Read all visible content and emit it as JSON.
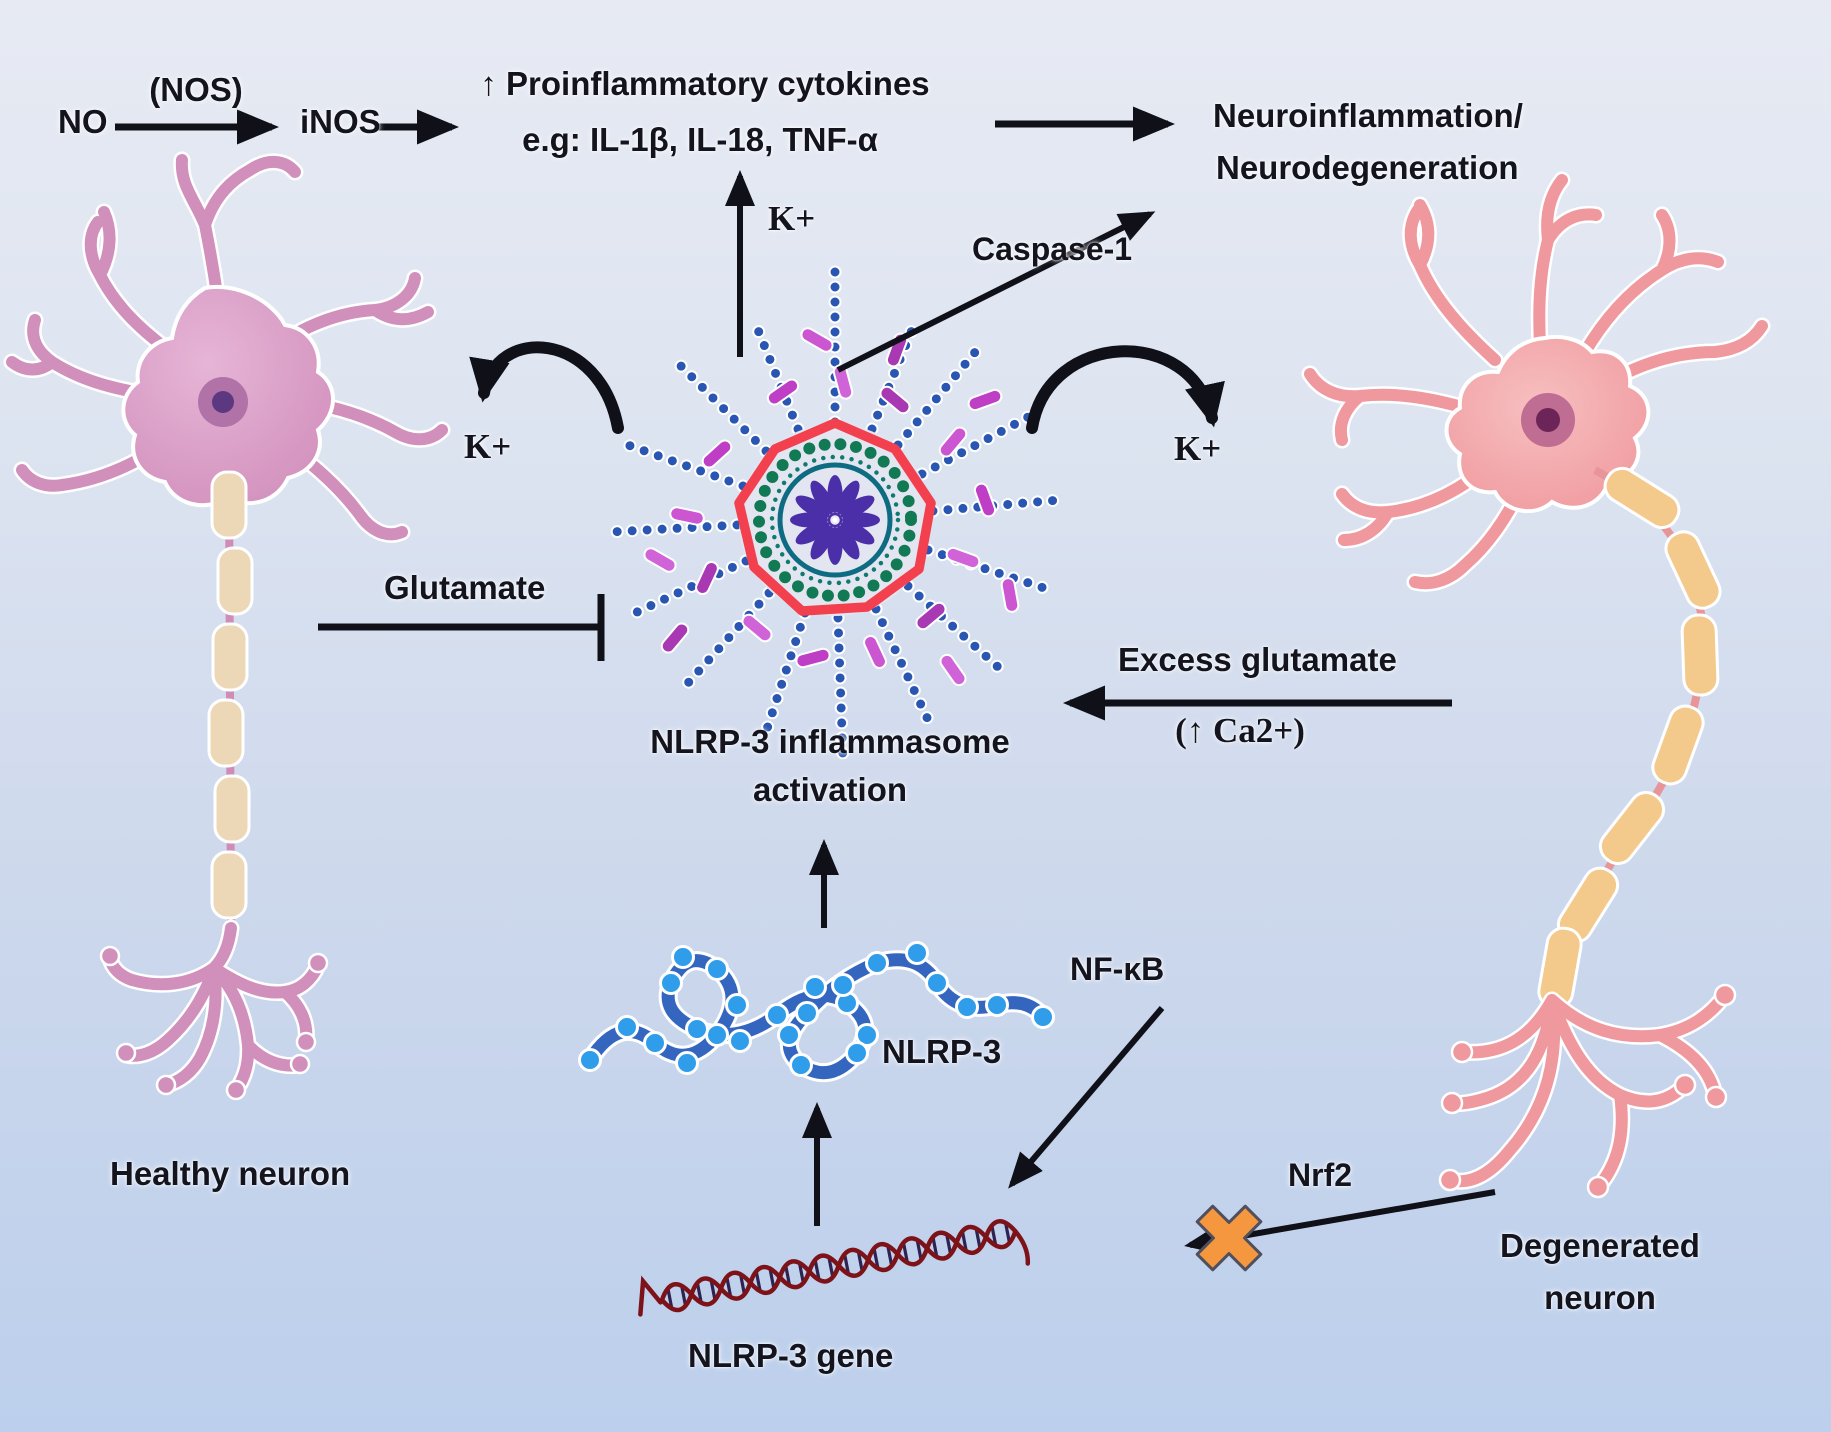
{
  "diagram": {
    "title": "NLRP-3 inflammasome activation pathway",
    "labels": {
      "no": "NO",
      "nos": "(NOS)",
      "inos": "iNOS",
      "cytokines_line1": "↑ Proinflammatory cytokines",
      "cytokines_line2": "e.g: IL-1β, IL-18, TNF-α",
      "neuro_line1": "Neuroinflammation/",
      "neuro_line2": "Neurodegeneration",
      "k_top": "K+",
      "k_left": "K+",
      "k_right": "K+",
      "caspase1": "Caspase-1",
      "glutamate": "Glutamate",
      "excess_glutamate": "Excess glutamate",
      "ca2": "(↑ Ca2+)",
      "activation_line1": "NLRP-3 inflammasome",
      "activation_line2": "activation",
      "nlrp3": "NLRP-3",
      "nfkb": "NF-κB",
      "nrf2": "Nrf2",
      "nlrp3_gene": "NLRP-3 gene",
      "healthy_neuron": "Healthy neuron",
      "degenerated_line1": "Degenerated",
      "degenerated_line2": "neuron"
    },
    "colors": {
      "arrow": "#101018",
      "healthy_neuron": "#d190bc",
      "degenerated_neuron": "#ef989d",
      "myelin_healthy": "#ecd8b6",
      "myelin_degenerated": "#f3c98c",
      "inflammasome_ring": "#f2404f",
      "inflammasome_beads": "#117a55",
      "inflammasome_core": "#4b2fa8",
      "protein_chain": "#2856b2",
      "nlrp3_protein": "#3566bf",
      "dna": "#7d1318",
      "blocked_x": "#f5973f",
      "background_top": "#e7eaf3",
      "background_bottom": "#bccfec"
    }
  }
}
